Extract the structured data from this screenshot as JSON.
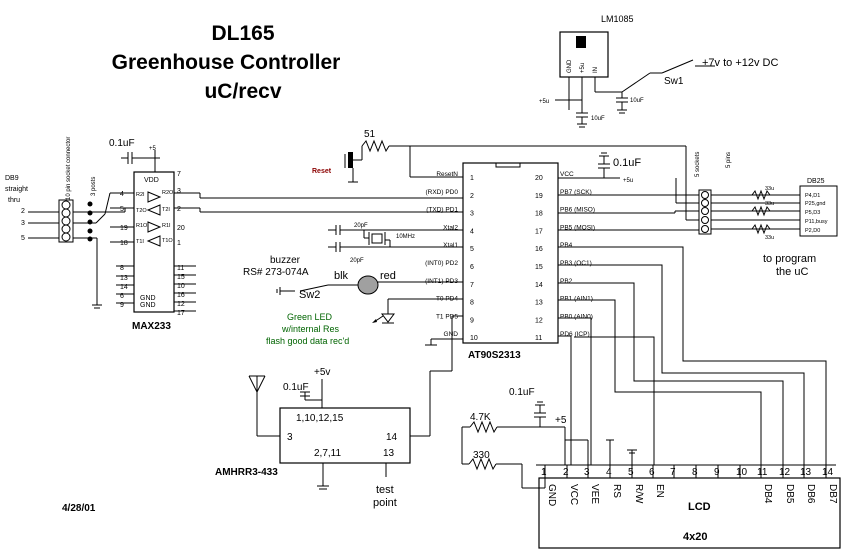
{
  "title": {
    "line1": "DL165",
    "line2": "Greenhouse Controller",
    "line3": "uC/recv"
  },
  "date": "4/28/01",
  "regulator": {
    "name": "LM1085",
    "pins": [
      "GND",
      "+5u",
      "IN"
    ],
    "cap_left": "10uF",
    "cap_right": "10uF",
    "out_label": "+5u"
  },
  "power": {
    "input": "+7v to +12v DC",
    "switch": "Sw1"
  },
  "db9": {
    "line1": "DB9",
    "line2": "straight",
    "line3": "thru",
    "pins": [
      "2",
      "3",
      "5"
    ]
  },
  "connector10": "10 pin socket connector",
  "connector3": "3 posts",
  "max233": {
    "name": "MAX233",
    "cap": "0.1uF",
    "cap_supply": "+5",
    "pins_left": [
      "5",
      "4",
      "19",
      "18",
      "8",
      "13",
      "14",
      "6",
      "9"
    ],
    "pins_right": [
      "7",
      "3",
      "2",
      "20",
      "1",
      "11",
      "15",
      "10",
      "16",
      "12",
      "17"
    ],
    "vdd": "VDD",
    "gnd": "GND",
    "drv": [
      "R2I",
      "T2O",
      "R1O",
      "T1I"
    ],
    "drv_r": [
      "R2O",
      "T2I",
      "R1I",
      "T1O"
    ]
  },
  "reset": {
    "resistor": "51",
    "label": "Reset",
    "pin": "ResetN"
  },
  "avr": {
    "name": "AT90S2313",
    "left_pins": [
      {
        "num": "1",
        "name": "ResetN"
      },
      {
        "num": "2",
        "name": "(RXD) PD0"
      },
      {
        "num": "3",
        "name": "(TXD) PD1"
      },
      {
        "num": "4",
        "name": "Xtal2"
      },
      {
        "num": "5",
        "name": "Xtal1"
      },
      {
        "num": "6",
        "name": "(INT0) PD2"
      },
      {
        "num": "7",
        "name": "(INT1) PD3"
      },
      {
        "num": "8",
        "name": "T0 PD4"
      },
      {
        "num": "9",
        "name": "T1 PD5"
      },
      {
        "num": "10",
        "name": "GND"
      }
    ],
    "right_pins": [
      {
        "num": "20",
        "name": "VCC"
      },
      {
        "num": "19",
        "name": "PB7 (SCK)"
      },
      {
        "num": "18",
        "name": "PB6 (MISO)"
      },
      {
        "num": "17",
        "name": "PB5 (MOSI)"
      },
      {
        "num": "16",
        "name": "PB4"
      },
      {
        "num": "15",
        "name": "PB3 (OC1)"
      },
      {
        "num": "14",
        "name": "PB2"
      },
      {
        "num": "13",
        "name": "PB1 (AIN1)"
      },
      {
        "num": "12",
        "name": "PB0 (AIN0)"
      },
      {
        "num": "11",
        "name": "PD6 (ICP)"
      }
    ],
    "cap": "0.1uF",
    "vcc_supply": "+5u"
  },
  "crystal": {
    "freq": "10MHz",
    "cap_top": "20pF",
    "cap_bottom": "20pF"
  },
  "buzzer": {
    "line1": "buzzer",
    "line2": "RS# 273-074A",
    "blk": "blk",
    "red": "red",
    "switch": "Sw2"
  },
  "led": {
    "line1": "Green LED",
    "line2": "w/internal Res",
    "line3": "flash good data rec'd"
  },
  "sockets": {
    "label": "5 sockets",
    "pins_label": "5 pins",
    "note1": "to program",
    "note2": "the uC"
  },
  "db25": {
    "name": "DB25",
    "pins": [
      "P4,D1",
      "P25,gnd",
      "P5,D3",
      "P11,busy",
      "P2,D0"
    ],
    "res": [
      "33u",
      "33u",
      "33u"
    ]
  },
  "receiver": {
    "name": "AMHRR3-433",
    "cap": "0.1uF",
    "supply": "+5v",
    "pins_top": "1,10,12,15",
    "pin_left": "3",
    "pin_right": "14",
    "pins_bottom": "2,7,11",
    "pin_br": "13",
    "tp1": "test",
    "tp2": "point"
  },
  "lcd": {
    "name": "LCD",
    "size": "4x20",
    "pins": [
      "1",
      "2",
      "3",
      "4",
      "5",
      "6",
      "7",
      "8",
      "9",
      "10",
      "11",
      "12",
      "13",
      "14"
    ],
    "signals": [
      "GND",
      "VCC",
      "VEE",
      "RS",
      "R/W",
      "EN",
      "DB4",
      "DB5",
      "DB6",
      "DB7"
    ],
    "res1": "4.7K",
    "res2": "330",
    "cap": "0.1uF",
    "supply": "+5"
  },
  "colors": {
    "reset_label": "#8b0000",
    "led_text": "#006400",
    "buzzer_fill": "#a0a0a0"
  }
}
